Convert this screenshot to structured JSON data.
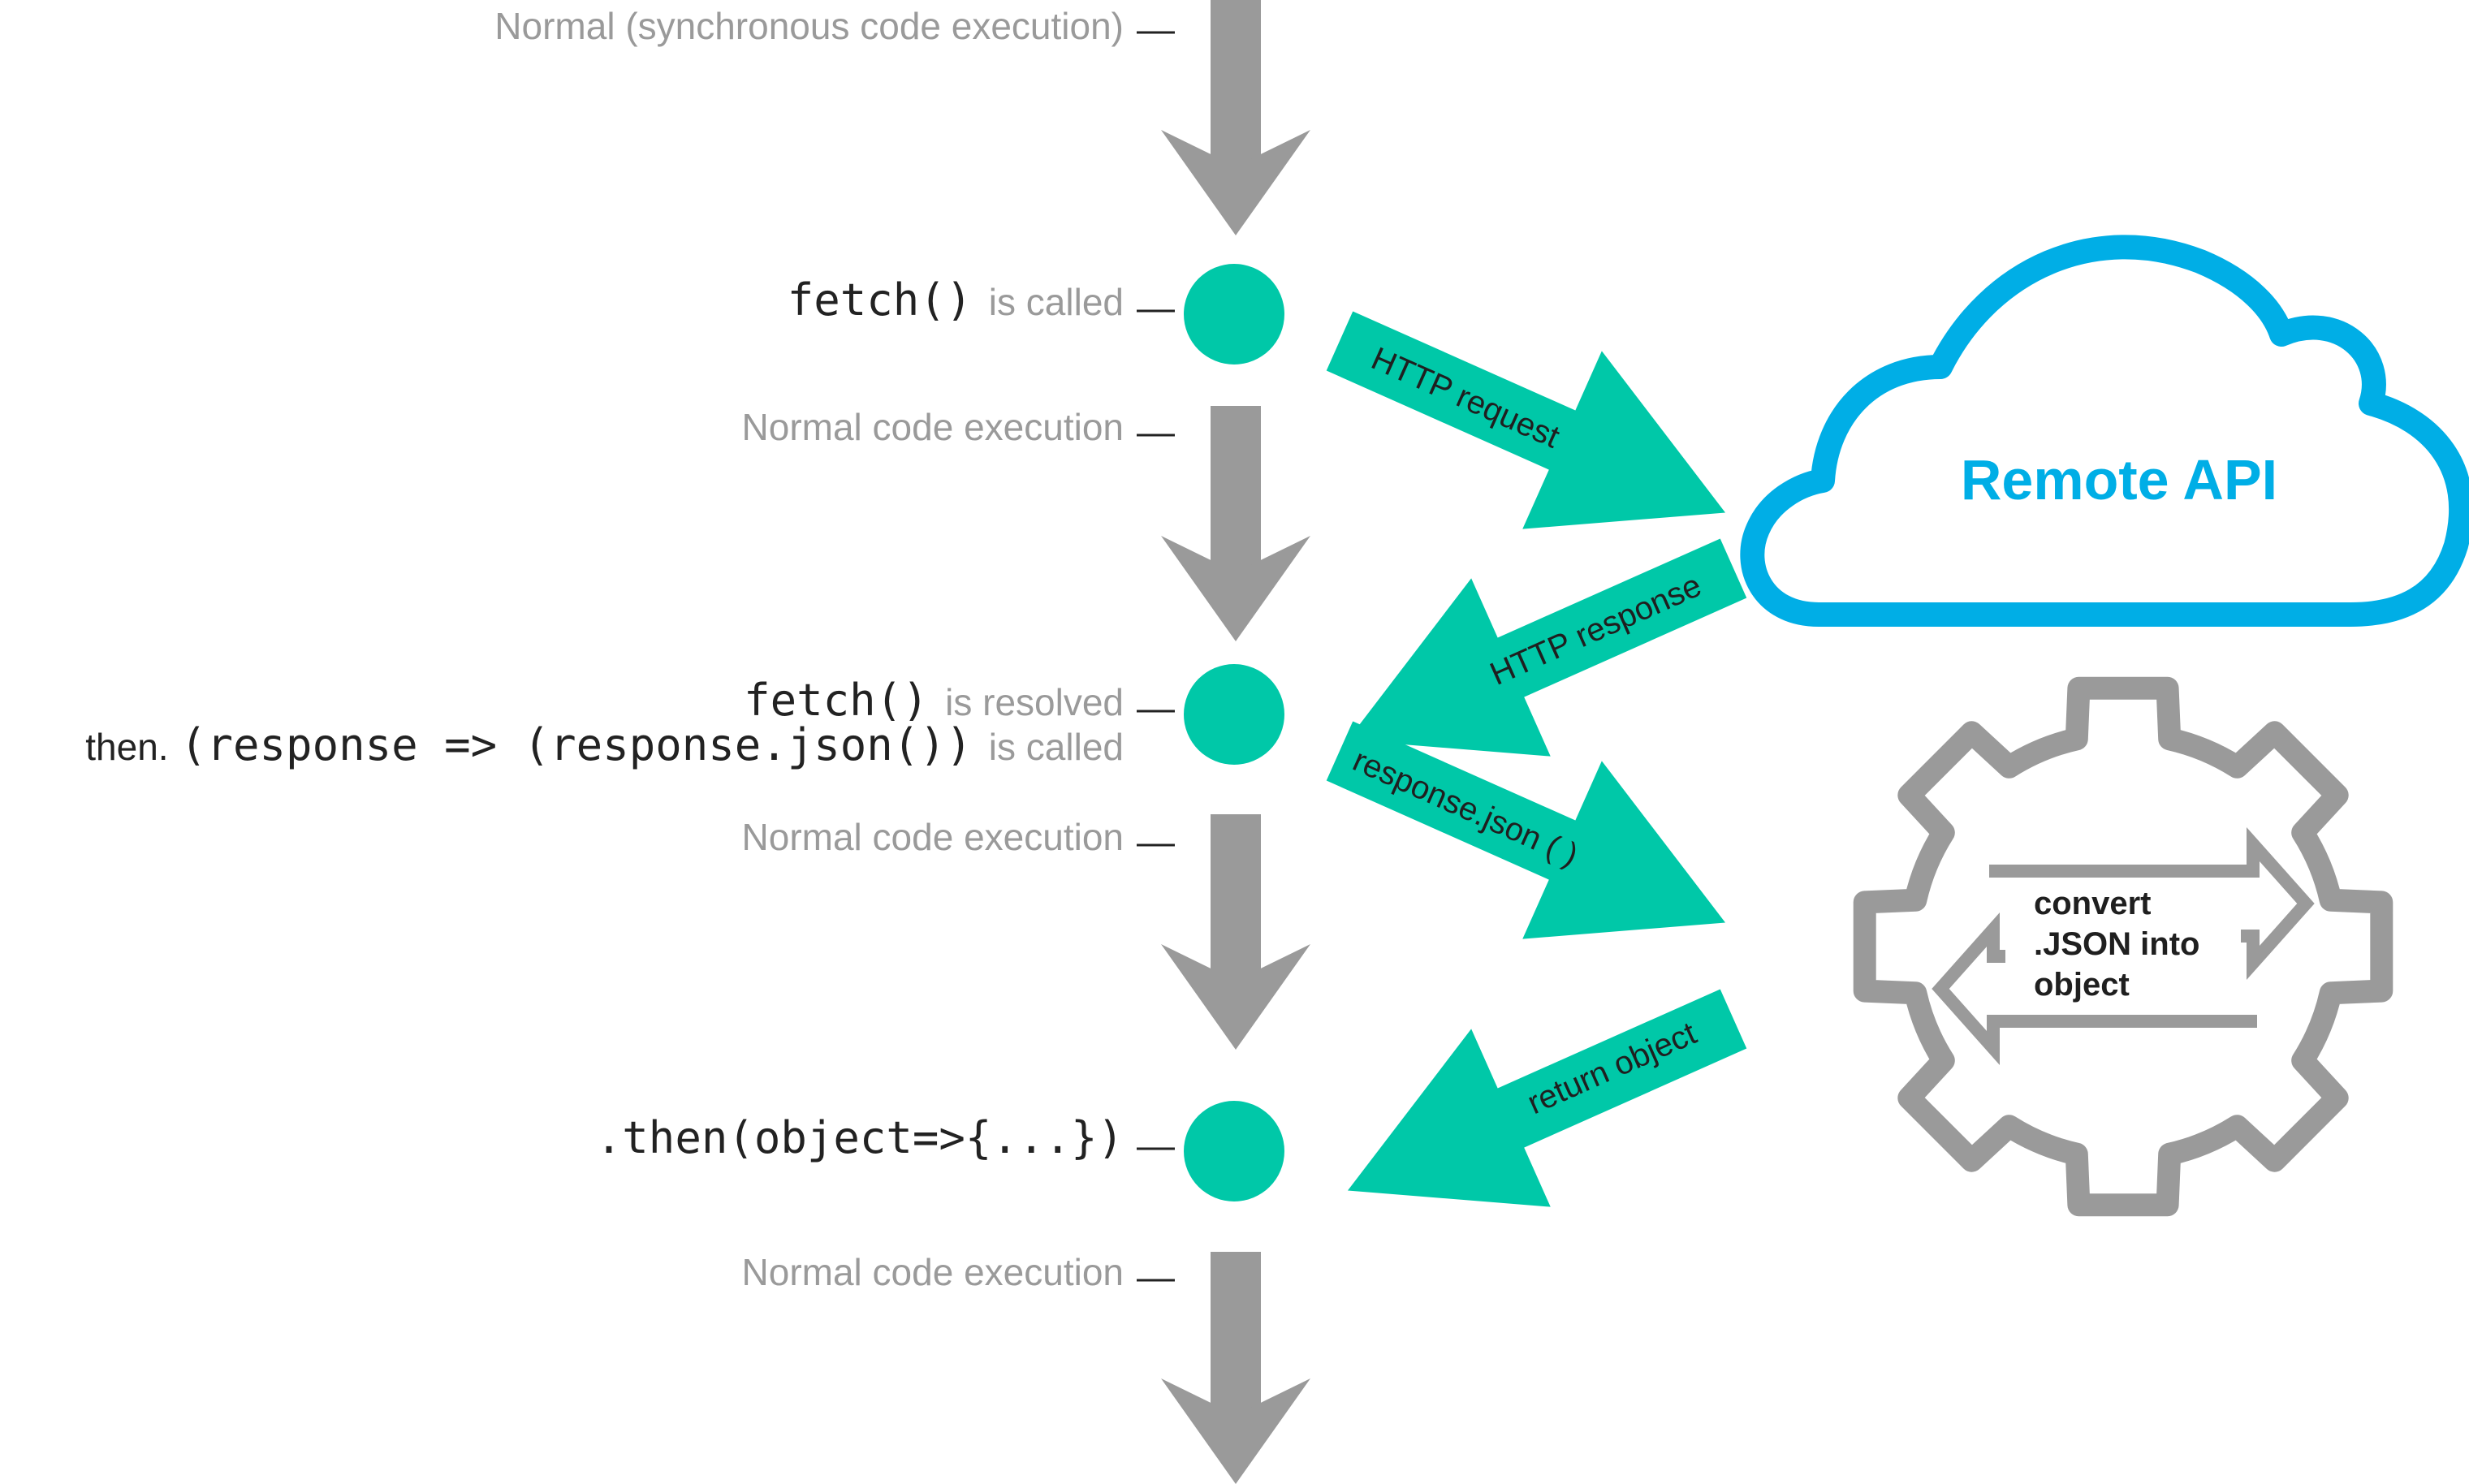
{
  "colors": {
    "flow_gray": "#9a9a9a",
    "accent_teal": "#00c8a8",
    "cloud_blue": "#00aee6",
    "gear_gray": "#9a9a9a",
    "text_dark": "#222222"
  },
  "timeline": {
    "label_normal_sync": "Normal (synchronous code execution)",
    "fetch_called": {
      "code": "fetch()",
      "suffix": "is called"
    },
    "label_normal_1": "Normal code execution",
    "fetch_resolved": {
      "code": "fetch()",
      "suffix": "is resolved"
    },
    "then_called": {
      "prefix": "then.",
      "code": "(response => (response.json())",
      "suffix": "is called"
    },
    "label_normal_2": "Normal code execution",
    "then_object": {
      "code": ".then(object=>{...})"
    },
    "label_normal_3": "Normal code execution"
  },
  "arrows": {
    "http_request": "HTTP request",
    "http_response": "HTTP response",
    "response_json": "response.json ( )",
    "return_object": "return object"
  },
  "cloud": {
    "label": "Remote API",
    "icon": "cloud-icon"
  },
  "gear": {
    "icon": "gear-icon",
    "lines": [
      "convert",
      ".JSON into",
      "object"
    ]
  }
}
